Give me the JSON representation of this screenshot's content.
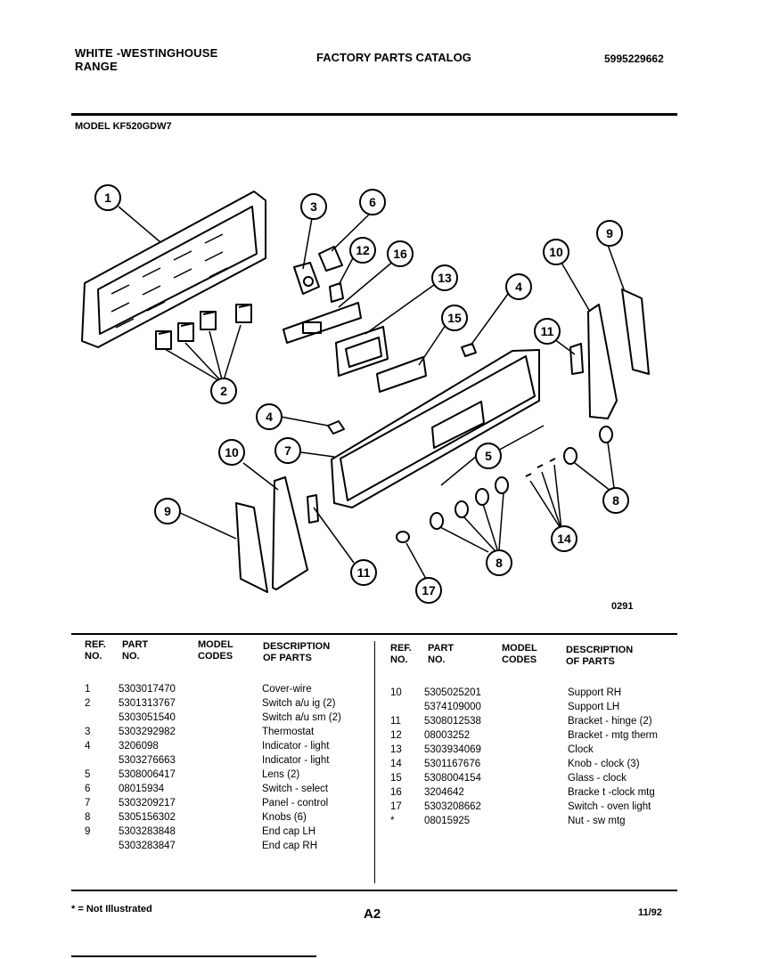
{
  "header": {
    "brand_line1": "WHITE -WESTINGHOUSE",
    "brand_line2": "RANGE",
    "title": "FACTORY PARTS CATALOG",
    "doc_number": "5995229662",
    "model": "MODEL KF520GDW7"
  },
  "diagram": {
    "figure_code": "0291",
    "callouts": [
      "1",
      "2",
      "3",
      "4",
      "5",
      "6",
      "7",
      "8",
      "9",
      "10",
      "11",
      "12",
      "13",
      "14",
      "15",
      "16",
      "17"
    ]
  },
  "table": {
    "headers": {
      "ref": "REF.",
      "ref2": "NO.",
      "part": "PART",
      "part2": "NO.",
      "model": "MODEL",
      "model2": "CODES",
      "desc": "DESCRIPTION",
      "desc2": "OF PARTS"
    },
    "left_rows": [
      {
        "ref": "1",
        "part": "5303017470",
        "code": "",
        "desc": "Cover-wire"
      },
      {
        "ref": "2",
        "part": "5301313767",
        "code": "",
        "desc": "Switch a/u ig (2)"
      },
      {
        "ref": "",
        "part": "5303051540",
        "code": "",
        "desc": "Switch a/u sm (2)"
      },
      {
        "ref": "3",
        "part": "5303292982",
        "code": "",
        "desc": "Thermostat"
      },
      {
        "ref": "4",
        "part": "3206098",
        "code": "",
        "desc": "Indicator - light"
      },
      {
        "ref": "",
        "part": "5303276663",
        "code": "",
        "desc": "Indicator - light"
      },
      {
        "ref": "5",
        "part": "5308006417",
        "code": "",
        "desc": "Lens (2)"
      },
      {
        "ref": "6",
        "part": "08015934",
        "code": "",
        "desc": "Switch - select"
      },
      {
        "ref": "7",
        "part": "5303209217",
        "code": "",
        "desc": "Panel - control"
      },
      {
        "ref": "8",
        "part": "5305156302",
        "code": "",
        "desc": "Knobs (6)"
      },
      {
        "ref": "9",
        "part": "5303283848",
        "code": "",
        "desc": "End cap LH"
      },
      {
        "ref": "",
        "part": "5303283847",
        "code": "",
        "desc": "End cap RH"
      }
    ],
    "right_rows": [
      {
        "ref": "10",
        "part": "5305025201",
        "code": "",
        "desc": "Support RH"
      },
      {
        "ref": "",
        "part": "5374109000",
        "code": "",
        "desc": "Support LH"
      },
      {
        "ref": "11",
        "part": "5308012538",
        "code": "",
        "desc": "Bracket - hinge (2)"
      },
      {
        "ref": "12",
        "part": "08003252",
        "code": "",
        "desc": "Bracket - mtg therm"
      },
      {
        "ref": "13",
        "part": "5303934069",
        "code": "",
        "desc": "Clock"
      },
      {
        "ref": "14",
        "part": "5301167676",
        "code": "",
        "desc": "Knob - clock (3)"
      },
      {
        "ref": "15",
        "part": "5308004154",
        "code": "",
        "desc": "Glass - clock"
      },
      {
        "ref": "16",
        "part": "3204642",
        "code": "",
        "desc": "Bracke t  -clock mtg"
      },
      {
        "ref": "17",
        "part": "5303208662",
        "code": "",
        "desc": "Switch - oven light"
      },
      {
        "ref": "*",
        "part": "08015925",
        "code": "",
        "desc": "Nut - sw mtg"
      }
    ]
  },
  "footer": {
    "note": "* = Not Illustrated",
    "page": "A2",
    "date": "11/92"
  }
}
